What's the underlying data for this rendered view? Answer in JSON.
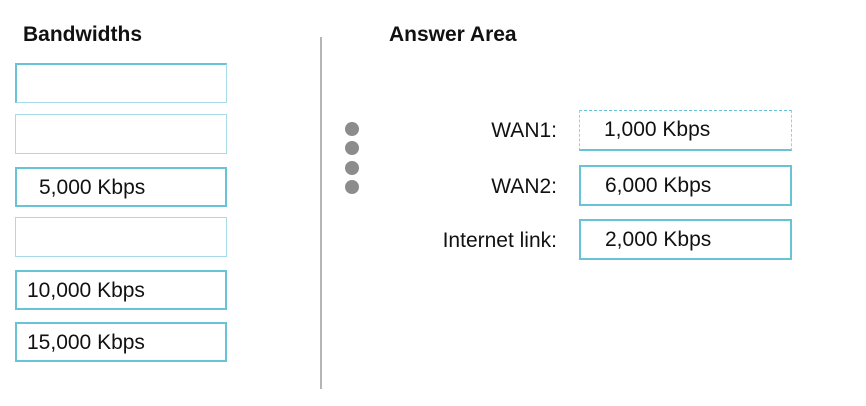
{
  "left_panel": {
    "title": "Bandwidths",
    "items": [
      {
        "label": "",
        "state": "empty"
      },
      {
        "label": "",
        "state": "empty"
      },
      {
        "label": "5,000 Kbps",
        "state": "available"
      },
      {
        "label": "",
        "state": "empty"
      },
      {
        "label": "10,000 Kbps",
        "state": "available"
      },
      {
        "label": "15,000 Kbps",
        "state": "available"
      }
    ]
  },
  "answer_area": {
    "title": "Answer Area",
    "drag_handle_icon": "vertical-dots-handle",
    "rows": [
      {
        "label": "WAN1:",
        "value": "1,000 Kbps"
      },
      {
        "label": "WAN2:",
        "value": "6,000 Kbps"
      },
      {
        "label": "Internet link:",
        "value": "2,000 Kbps"
      }
    ]
  },
  "colors": {
    "box_border": "#69c3d6",
    "box_border_empty": "#a9dbe6",
    "divider": "#b5b5b5",
    "handle_dot": "#8c8c8c",
    "text": "#111111"
  }
}
